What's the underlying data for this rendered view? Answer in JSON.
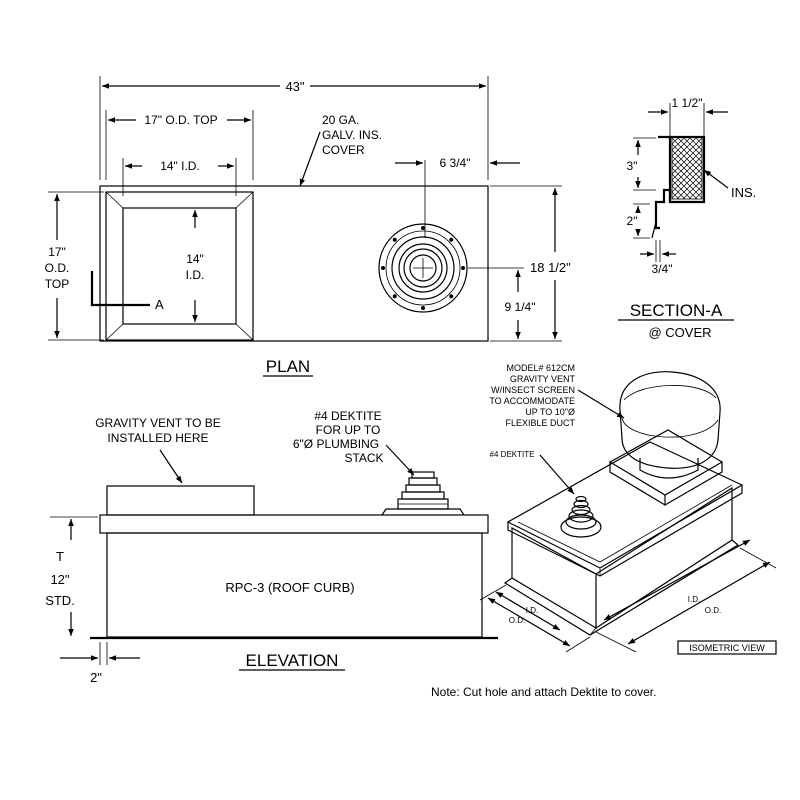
{
  "plan": {
    "overall_width": "43\"",
    "top_od": "17\" O.D. TOP",
    "id_width": "14\" I.D.",
    "cover_callout": [
      "20 GA.",
      "GALV. INS.",
      "COVER"
    ],
    "offset_right": "6 3/4\"",
    "left_height": [
      "17\"",
      "O.D.",
      "TOP"
    ],
    "id_height": [
      "14\"",
      "I.D."
    ],
    "section_marker": "A",
    "right_height": "18 1/2\"",
    "vent_offset": "9 1/4\"",
    "title": "PLAN"
  },
  "section": {
    "top_dim": "1 1/2\"",
    "dim_3": "3\"",
    "dim_2": "2\"",
    "insulation": "INS.",
    "bottom_dim": "3/4\"",
    "title": "SECTION-A",
    "subtitle": "@ COVER"
  },
  "elevation": {
    "gravity_vent_note": [
      "GRAVITY VENT TO BE",
      "INSTALLED HERE"
    ],
    "dektite_note": [
      "#4 DEKTITE",
      "FOR UP TO",
      "6\"Ø PLUMBING",
      "STACK"
    ],
    "curb_label": "RPC-3 (ROOF CURB)",
    "height_label": [
      "T",
      "12\"",
      "STD."
    ],
    "flange_dim": "2\"",
    "title": "ELEVATION"
  },
  "isometric": {
    "model_note": [
      "MODEL# 612CM",
      "GRAVITY VENT",
      "W/INSECT SCREEN",
      "TO ACCOMMODATE",
      "UP TO 10\"Ø",
      "FLEXIBLE DUCT"
    ],
    "dektite_label": "#4 DEKTITE",
    "left_id": "I.D.",
    "left_od": "O.D.",
    "right_id": "I.D.",
    "right_od": "O.D.",
    "view_label": "ISOMETRIC VIEW"
  },
  "note": "Note:  Cut hole and attach Dektite to cover."
}
